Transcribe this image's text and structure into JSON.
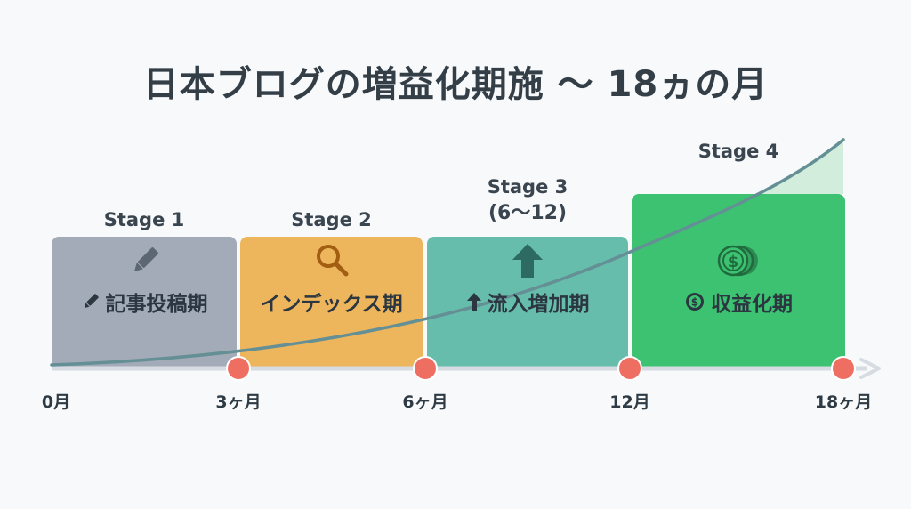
{
  "title": "日本ブログの増益化期施 〜 18ヵの月",
  "colors": {
    "stage1": "#a4abb8",
    "stage2": "#edb55c",
    "stage3": "#66bdac",
    "stage4": "#3cc271",
    "curve": "#648f95",
    "axis": "#d6dce2",
    "marker": "#ee6f62"
  },
  "stages": [
    {
      "label": "Stage 1",
      "sublabel": "",
      "text": "記事投稿期",
      "icon": "pencil-icon"
    },
    {
      "label": "Stage 2",
      "sublabel": "",
      "text": "インデックス期",
      "icon": "magnifier-icon"
    },
    {
      "label": "Stage 3",
      "sublabel": "(6〜12)",
      "text": "流入増加期",
      "icon": "arrow-up-icon"
    },
    {
      "label": "Stage 4",
      "sublabel": "",
      "text": "収益化期",
      "icon": "coins-icon"
    }
  ],
  "axis": {
    "ticks": [
      "0月",
      "3ヶ月",
      "6ヶ月",
      "12月",
      "18ヶ月"
    ]
  }
}
